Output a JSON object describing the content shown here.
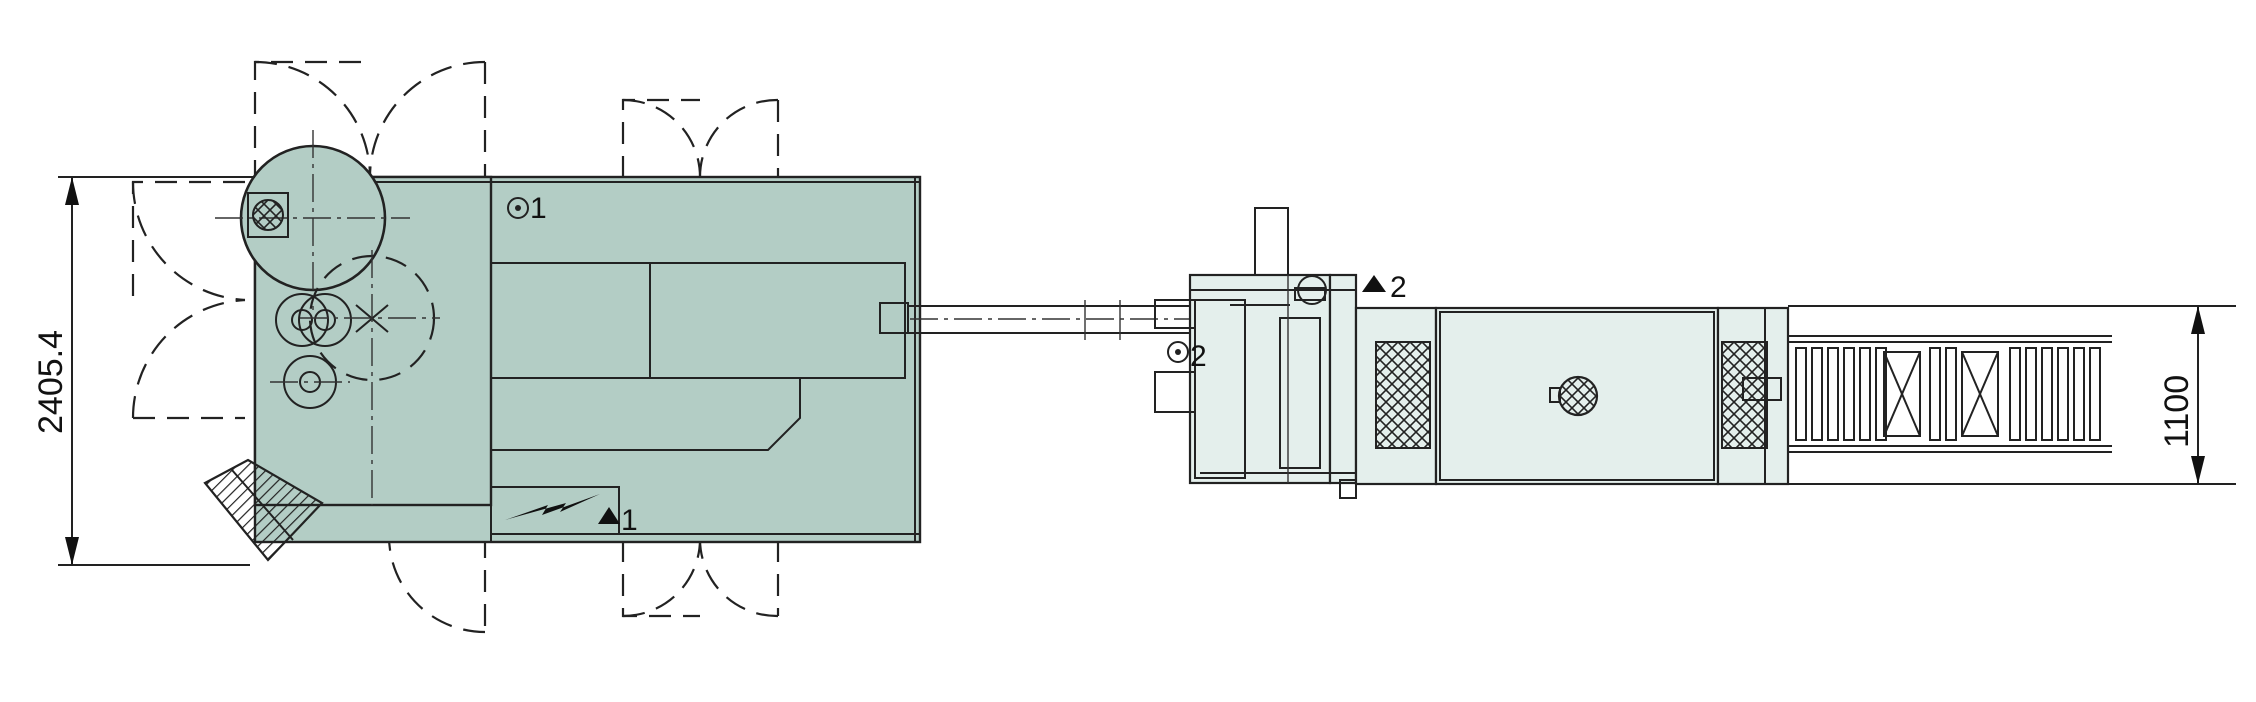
{
  "dimensions": {
    "height_main": "2405.4",
    "width_conveyor": "1100"
  },
  "markers": {
    "sensor_1": "1",
    "sensor_2": "2",
    "warning_1": "1",
    "warning_2": "2"
  },
  "colors": {
    "machine_body": "#b3cdc5",
    "conveyor_body": "#e4efec",
    "line": "#222222"
  },
  "icons": [
    "lightning-bolt-icon",
    "warning-triangle-icon",
    "sensor-target-icon"
  ]
}
